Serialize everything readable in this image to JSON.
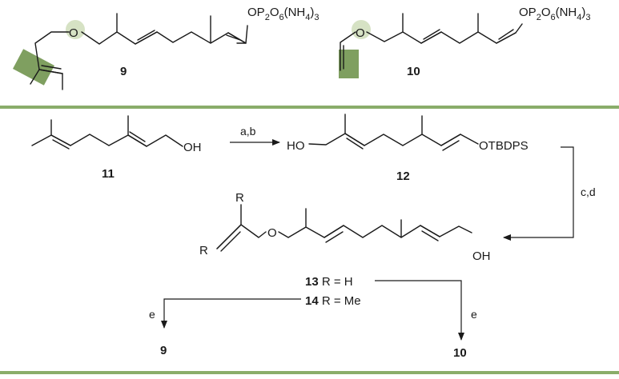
{
  "top": {
    "cmp9": {
      "phos_O": "OP",
      "phos_2": "2",
      "phos_O6": "O",
      "phos_6": "6",
      "phos_amm": "(NH",
      "phos_4": "4",
      "phos_close": ")",
      "phos_3": "3",
      "ether_O": "O",
      "number": "9"
    },
    "cmp10": {
      "phos_O": "OP",
      "phos_2": "2",
      "phos_O6": "O",
      "phos_6": "6",
      "phos_amm": "(NH",
      "phos_4": "4",
      "phos_close": ")",
      "phos_3": "3",
      "ether_O": "O",
      "number": "10"
    }
  },
  "scheme": {
    "cmp11": {
      "oh": "OH",
      "number": "11"
    },
    "cmp12": {
      "ho": "HO",
      "otbdps": "OTBDPS",
      "number": "12"
    },
    "cmp13_14": {
      "r_top": "R",
      "r_left": "R",
      "ether_O": "O",
      "oh": "OH"
    },
    "step_ab": "a,b",
    "step_cd": "c,d",
    "step_e_left": "e",
    "step_e_right": "e",
    "label13_num": "13",
    "label13_rest": " R = H",
    "label14_num": "14",
    "label14_rest": " R = Me",
    "product9": "9",
    "product10": "10"
  },
  "colors": {
    "rule": "#8aad6a",
    "highlight": "#7f9f60",
    "highlight_light": "#d6e2c4"
  }
}
